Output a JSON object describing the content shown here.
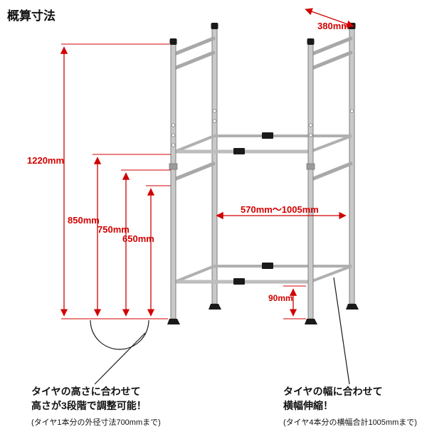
{
  "title": "概算寸法",
  "colors": {
    "dimension_red": "#d20000",
    "frame_gray": "#c9c9c9",
    "accent_black": "#1a1a1a"
  },
  "dimensions": {
    "depth": "380mm",
    "total_height": "1220mm",
    "shelf_height_high": "850mm",
    "shelf_height_mid": "750mm",
    "shelf_height_low": "650mm",
    "width_range": "570mm～1005mm",
    "base_height": "90mm"
  },
  "annotations": {
    "left": {
      "line1": "タイヤの高さに合わせて",
      "line2": "高さが3段階で調整可能！",
      "note": "(タイヤ1本分の外径寸法700mmまで)"
    },
    "right": {
      "line1": "タイヤの幅に合わせて",
      "line2": "横幅伸縮！",
      "note": "(タイヤ4本分の横幅合計1005mmまで)"
    }
  }
}
